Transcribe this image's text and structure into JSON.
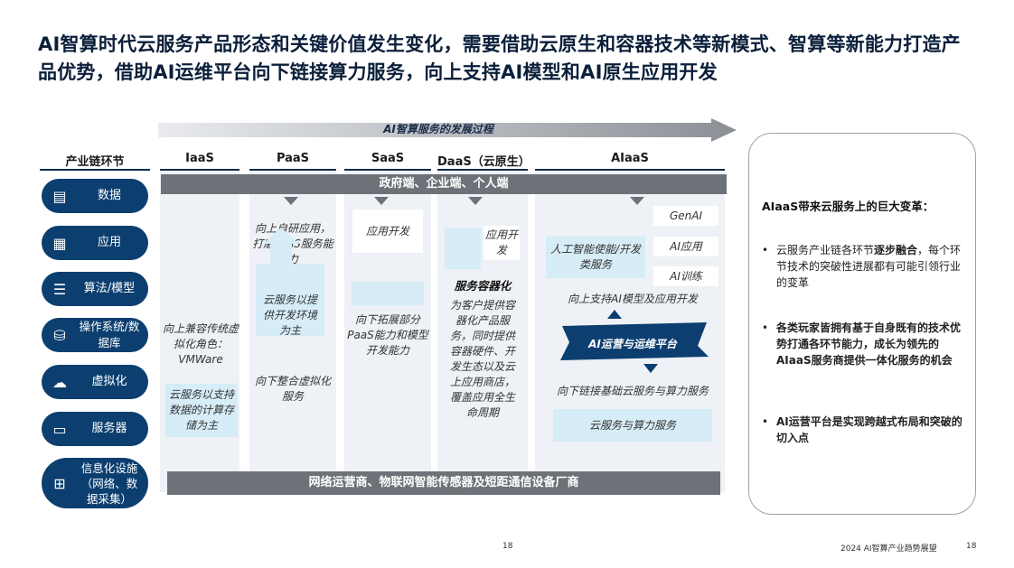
{
  "title": "AI智算时代云服务产品形态和关键价值发生变化，需要借助云原生和容器技术等新模式、智算等新能力打造产品优势，借助AI运维平台向下链接算力服务，向上支持AI模型和AI原生应用开发",
  "timeline_label": "AI智算服务的发展过程",
  "columns": {
    "chain": "产业链环节",
    "iaas": "IaaS",
    "paas": "PaaS",
    "saas": "SaaS",
    "daas": "DaaS（云原生）",
    "aiaas": "AIaaS"
  },
  "left_items": [
    {
      "label": "数据",
      "icon": "factory-icon"
    },
    {
      "label": "应用",
      "icon": "app-grid-icon"
    },
    {
      "label": "算法/模型",
      "icon": "server-stack-icon"
    },
    {
      "label": "操作系统/数据库",
      "icon": "database-icon"
    },
    {
      "label": "虚拟化",
      "icon": "cloud-network-icon"
    },
    {
      "label": "服务器",
      "icon": "monitor-icon"
    },
    {
      "label": "信息化设施（网络、数据采集）",
      "icon": "network-icon"
    }
  ],
  "top_band": "政府端、企业端、个人端",
  "bottom_band": "网络运营商、物联网智能传感器及短距通信设备厂商",
  "iaas": {
    "upper": "向上兼容传统虚拟化角色：VMWare",
    "lower": "云服务以支持数据的计算存储为主"
  },
  "paas": {
    "upper": "向上自研应用，打磨PaaS服务能力",
    "mid": "云服务以提供开发环境为主",
    "lower": "向下整合虚拟化服务"
  },
  "saas": {
    "upper": "应用开发",
    "lower": "向下拓展部分PaaS能力和模型开发能力"
  },
  "daas": {
    "app_dev": "应用开发",
    "title": "服务容器化",
    "desc": "为客户提供容器化产品服务，同时提供容器硬件、开发生态以及云上应用商店，覆盖应用全生命周期"
  },
  "aiaas": {
    "genai": "GenAI",
    "ai_app": "AI应用",
    "ai_train": "AI训练",
    "enable": "人工智能使能/开发类服务",
    "up_support": "向上支持AI模型及应用开发",
    "platform": "AI运营与运维平台",
    "down_link": "向下链接基础云服务与算力服务",
    "cloud": "云服务与算力服务"
  },
  "right_panel": {
    "title": "AIaaS带来云服务上的巨大变革：",
    "items": [
      {
        "prefix": "云服务产业链各环节",
        "bold": "逐步融合",
        "suffix": "，每个环节技术的突破性进展都有可能引领行业的变革"
      },
      {
        "prefix": "",
        "bold": "各类玩家皆拥有基于自身既有的技术优势打通各环节能力，成长为领先的AIaaS服务商提供一体化服务的机会",
        "suffix": ""
      },
      {
        "prefix": "",
        "bold": "AI运营平台是实现跨越式布局和突破的切入点",
        "suffix": ""
      }
    ]
  },
  "footer": {
    "page_center": "18",
    "report": "2024 AI智算产业趋势展望",
    "page_right": "18"
  }
}
